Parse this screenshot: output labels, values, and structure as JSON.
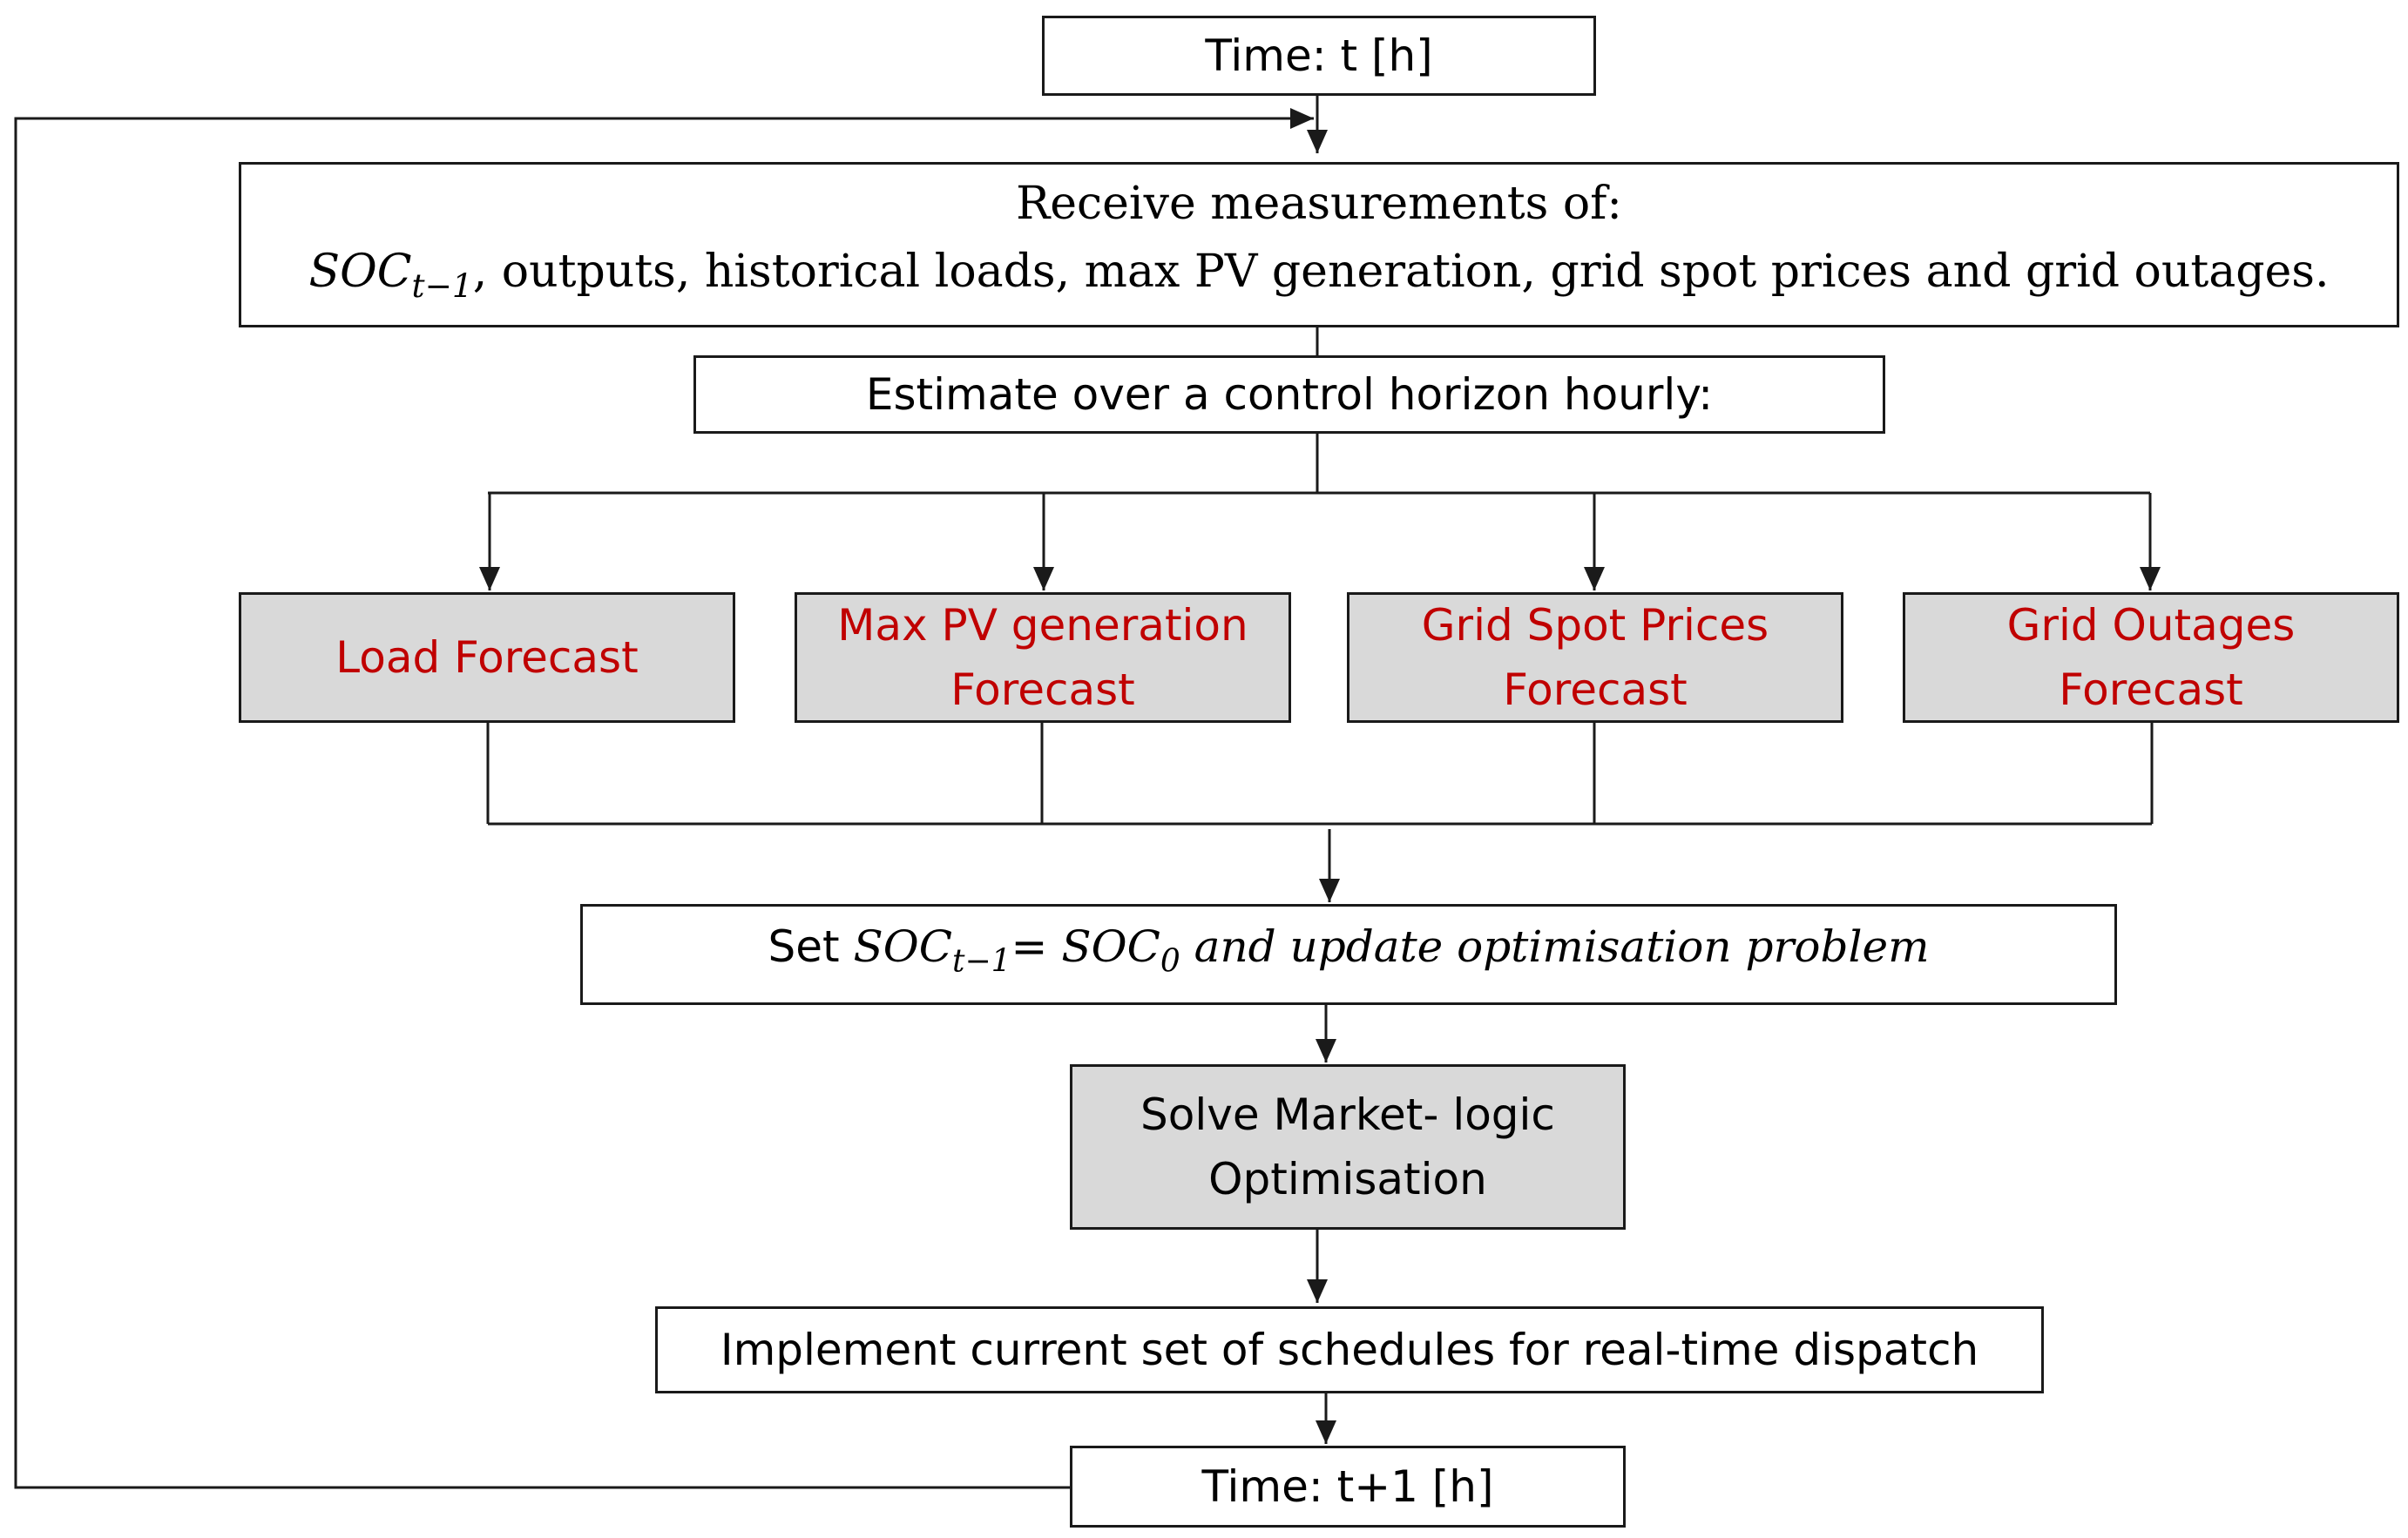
{
  "colors": {
    "forecast_text": "#c00000",
    "gray_box": "#d9d9d9",
    "stroke": "#1a1a1a"
  },
  "start": {
    "text": "Time: t [h]"
  },
  "receive": {
    "line1": "Receive measurements of:",
    "soc_base": "SOC",
    "soc_sub": "t−1",
    "rest": ", outputs, historical loads, max PV generation, grid spot prices and grid outages."
  },
  "estimate": {
    "text": "Estimate over a control horizon hourly:"
  },
  "forecasts": [
    {
      "line1": "Load Forecast",
      "line2": ""
    },
    {
      "line1": "Max PV generation",
      "line2": "Forecast"
    },
    {
      "line1": "Grid Spot Prices",
      "line2": "Forecast"
    },
    {
      "line1": "Grid Outages",
      "line2": "Forecast"
    }
  ],
  "set_soc": {
    "prefix": "Set ",
    "soc_base": "SOC",
    "soc_sub": "t−1",
    "equals": "= ",
    "soc0_base": "SOC",
    "soc0_sub": "0",
    "rest": " and update optimisation problem"
  },
  "solve": {
    "line1": "Solve Market- logic",
    "line2": "Optimisation"
  },
  "implement": {
    "text": "Implement current set of schedules for real-time dispatch"
  },
  "end": {
    "text": "Time: t+1 [h]"
  }
}
